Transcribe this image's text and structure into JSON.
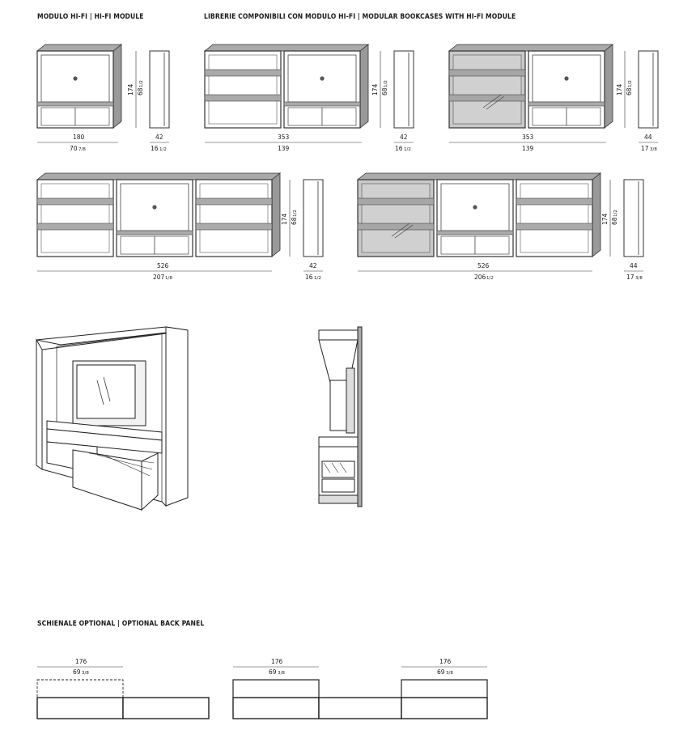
{
  "headers": {
    "hifi_module": "MODULO HI-FI | HI-FI MODULE",
    "modular_bookcases": "LIBRERIE COMPONIBILI CON MODULO HI-FI | MODULAR BOOKCASES WITH HI-FI MODULE",
    "back_panel": "SCHIENALE OPTIONAL | OPTIONAL BACK PANEL"
  },
  "dimensions": {
    "d1_w_cm": "180",
    "d1_w_in": "70",
    "d1_w_in_frac": "7/8",
    "d1_d_cm": "42",
    "d1_d_in": "16",
    "d1_d_in_frac": "1/2",
    "d2_w_cm": "353",
    "d2_w_in": "139",
    "d2_d_cm": "42",
    "d2_d_in": "16",
    "d2_d_in_frac": "1/2",
    "d3_w_cm": "353",
    "d3_w_in": "139",
    "d3_d_cm": "44",
    "d3_d_in": "17",
    "d3_d_in_frac": "3/8",
    "d4_w_cm": "526",
    "d4_w_in": "207",
    "d4_w_in_frac": "1/8",
    "d4_d_cm": "42",
    "d4_d_in": "16",
    "d4_d_in_frac": "1/2",
    "d5_w_cm": "526",
    "d5_w_in": "206",
    "d5_w_in_frac": "1/2",
    "d5_d_cm": "44",
    "d5_d_in": "17",
    "d5_d_in_frac": "3/8",
    "h_cm": "174",
    "h_in": "68",
    "h_in_frac": "1/2",
    "bp_cm": "176",
    "bp_in": "69",
    "bp_in_frac": "3/8"
  }
}
